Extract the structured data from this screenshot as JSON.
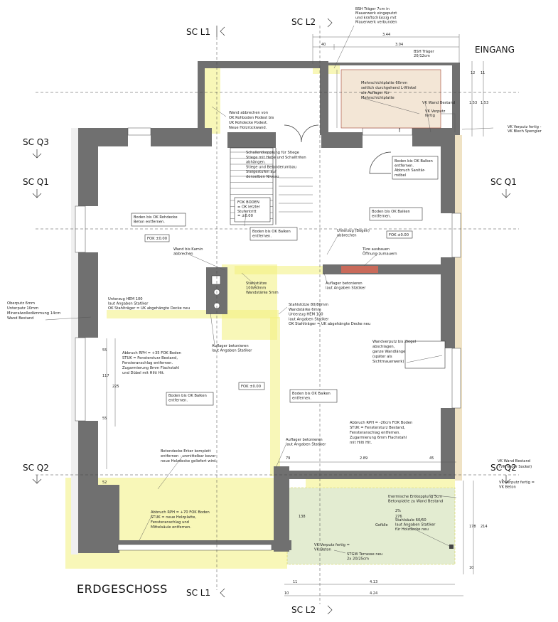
{
  "drawing": {
    "title": "ERDGESCHOSS",
    "entrance": "EINGANG"
  },
  "sections": {
    "l1_top": "SC L1",
    "l1_bottom": "SC L1",
    "l2_top": "SC L2",
    "l2_bottom": "SC L2",
    "q1_left": "SC Q1",
    "q1_right": "SC Q1",
    "q2_left": "SC Q2",
    "q2_right": "SC Q2",
    "q3_left": "SC Q3"
  },
  "dimensions": {
    "top_344": "3.44",
    "top_40": "40",
    "top_304": "3.04",
    "right_12": "12",
    "right_11": "11",
    "right_153a": "1.53",
    "right_153b": "1.53",
    "left_55a": "55",
    "left_117": "117",
    "left_225": "225",
    "left_55b": "55",
    "left_52": "52",
    "mid_79": "79",
    "mid_289": "2.89",
    "mid_45": "45",
    "bottom_413": "4.13",
    "bottom_424": "4.24",
    "bottom_11": "11",
    "bottom_10": "10",
    "right_178": "178",
    "right_214": "214",
    "right_10": "10",
    "terrace_138": "138",
    "terrace_276": "276",
    "terrace_gefaelle": "Gefälle",
    "terrace_2pct": "2%"
  },
  "notes": {
    "bsh_top": [
      "BSH Träger 7cm in",
      "Mauerwerk eingeputzt",
      "und kraftschlüssig mit",
      "Mauerwerk verbunden"
    ],
    "bsh_entry": [
      "BSH Träger",
      "20/12cm"
    ],
    "mehrschicht": [
      "Mehrschichtplatte 60mm",
      "seitlich durchgehend L-Winkel",
      "als Auflager für",
      "Mehrschichtplatte"
    ],
    "vk_wand_top": "VK Wand Bestand",
    "vk_verputz_top": [
      "VK Verputz",
      "fertig"
    ],
    "vk_verputz_right": [
      "VK Verputz fertig -",
      "VK Blech Spengler"
    ],
    "wand_abbrechen": [
      "Wand abbrechen von",
      "OK Rohboden Podest bis",
      "UK Rohdecke Podest.",
      "Neue Holzrückwand."
    ],
    "schallentkopplung": [
      "Schallentkopplung für Stiege",
      "Stiege mit Hebe und Schalltriten",
      "abhängen.",
      "Stiege und Belanderumbau",
      "Steigestufen auf",
      "denselben Niveau"
    ],
    "fok_boden": [
      "FOK BODEN",
      "= OK letzter",
      "Stufentritt",
      "= ±0.00"
    ],
    "boden_left": [
      "Boden bis OK Rohdecke",
      "Beton entfernen."
    ],
    "fok_left": "FOK ±0.00",
    "boden_mid_top": [
      "Boden bis OK Balken",
      "entfernen."
    ],
    "boden_right": [
      "Boden bis OK Balken",
      "entfernen."
    ],
    "fok_right": "FOK ±0.00",
    "boden_sanitaer": [
      "Boden bis OK Balken",
      "entfernen.",
      "Abbruch Sanitär-",
      "möbel"
    ],
    "unterzug_bogen": [
      "Unterzug (Bogen)",
      "abbrechen"
    ],
    "tuere_ausbauen": [
      "Türe ausbauen",
      "Öffnung zumauern"
    ],
    "wand_kamin": [
      "Wand bis Kamin",
      "abbrechen"
    ],
    "stahlstuetze_100": [
      "Stahlstütze",
      "100/60mm",
      "Wandstärke 5mm"
    ],
    "auflager_mid": [
      "Auflager betonieren",
      "laut Angaben Statiker"
    ],
    "oberputz": [
      "Oberputz 6mm",
      "Unterputz 10mm",
      "Mineralwolledämmung 14cm",
      "Wand Bestand"
    ],
    "unterzug_left": [
      "Unterzug HEM 100",
      "laut Angaben Statiker",
      "OK Stahlträger = UK abgehängte Decke neu"
    ],
    "stahlstuetze_80": [
      "Stahlstütze 80/80mm",
      "Wandstärke 6mm",
      "Unterzug HEM 100",
      "laut Angaben Statiker",
      "OK Stahlträger = UK abgehängte Decke neu"
    ],
    "auflager_stuetze": [
      "Auflager betonieren",
      "laut Angaben Statiker"
    ],
    "wandverputz": [
      "Wandverputz bis Ziegel",
      "abschlagen,",
      "ganze Wandlänge",
      "(später als",
      "Sichtmauerwerk)"
    ],
    "abbruch_rph35": [
      "Abbruch RPH = +35 FOK Boden",
      "STUK = Fenstersturz Bestand,",
      "Fensteranschlag entfernen.",
      "Zugarmierung 8mm Flachstahl",
      "und Dübel mit Hilti Hit."
    ],
    "fok_center": "FOK ±0.00",
    "boden_center_left": [
      "Boden bis OK Balken",
      "entfernen."
    ],
    "boden_center_right": [
      "Boden bis OK Balken",
      "entfernen."
    ],
    "abbruch_rph20": [
      "Abbruch RPH = -20cm FOK Boden",
      "STUK = Fenstersturz Bestand,",
      "Fensteranschlag entfernen.",
      "Zugarmierung 6mm Flachstahl",
      "mit Hilti Hit."
    ],
    "auflager_lower": [
      "Auflager betonieren",
      "laut Angaben Statiker"
    ],
    "betondecke": [
      "Betondecke Erker komplett",
      "entfernen - unmittelbar bevor",
      "neue Holzdecke geliefert wird."
    ],
    "vk_wand_low": "VK Wand Bestand",
    "vk_sockel": "(VK neuer Sockel)",
    "vk_verputz_beton": [
      "VK Verputz fertig =",
      "VK Beton"
    ],
    "thermische": [
      "thermische Entkopplung 5cm",
      "Betonplatte zu Wand Bestand"
    ],
    "stahlsaeule": [
      "Stahlsäule 60/60",
      "laut Angaben Statiker",
      "für Holzdecke neu"
    ],
    "abbruch_rph70": [
      "Abbruch RPH = +70 FOK Boden",
      "STUK = neue Holzplatte,",
      "Fensteranschlag und",
      "Mittelsäule entfernen."
    ],
    "vk_verputz_low": [
      "VK Verputz fertig =",
      "VK Beton"
    ],
    "stgw": [
      "STGW Terrasse neu",
      "2x 20/25cm"
    ]
  }
}
